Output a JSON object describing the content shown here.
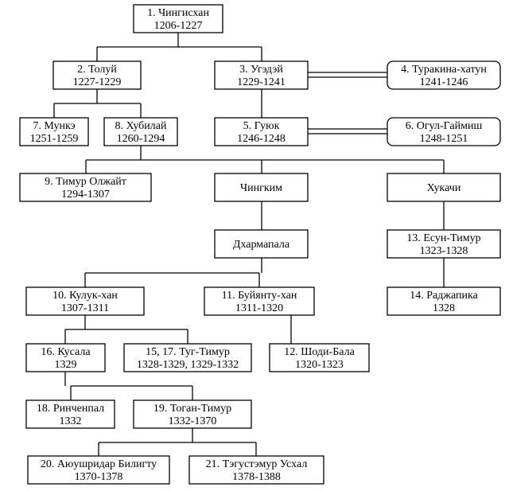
{
  "nodes": {
    "n1": {
      "name": "1. Чингисхан",
      "years": "1206-1227"
    },
    "n2": {
      "name": "2. Толуй",
      "years": "1227-1229"
    },
    "n3": {
      "name": "3. Угэдэй",
      "years": "1229-1241"
    },
    "n4": {
      "name": "4. Туракина-хатун",
      "years": "1241-1246"
    },
    "n5": {
      "name": "5. Гуюк",
      "years": "1246-1248"
    },
    "n6": {
      "name": "6. Огул-Гаймиш",
      "years": "1248-1251"
    },
    "n7": {
      "name": "7. Мункэ",
      "years": "1251-1259"
    },
    "n8": {
      "name": "8. Хубилай",
      "years": "1260-1294"
    },
    "n9": {
      "name": "9. Тимур Олжайт",
      "years": "1294-1307"
    },
    "chk": {
      "name": "Чингким",
      "years": ""
    },
    "khu": {
      "name": "Хукачи",
      "years": ""
    },
    "dkh": {
      "name": "Дхармапала",
      "years": ""
    },
    "n13": {
      "name": "13. Есун-Тимур",
      "years": "1323-1328"
    },
    "n10": {
      "name": "10. Кулук-хан",
      "years": "1307-1311"
    },
    "n11": {
      "name": "11. Буйянту-хан",
      "years": "1311-1320"
    },
    "n14": {
      "name": "14. Раджапика",
      "years": "1328"
    },
    "n16": {
      "name": "16. Кусала",
      "years": "1329"
    },
    "n15": {
      "name": "15, 17. Туг-Тимур",
      "years": "1328-1329, 1329-1332"
    },
    "n12": {
      "name": "12. Шоди-Бала",
      "years": "1320-1323"
    },
    "n18": {
      "name": "18. Ринченпал",
      "years": "1332"
    },
    "n19": {
      "name": "19. Тоган-Тимур",
      "years": "1332-1370"
    },
    "n20": {
      "name": "20. Аюушридар Билигту",
      "years": "1370-1378"
    },
    "n21": {
      "name": "21. Тэгустэмур Усхал",
      "years": "1378-1388"
    }
  }
}
